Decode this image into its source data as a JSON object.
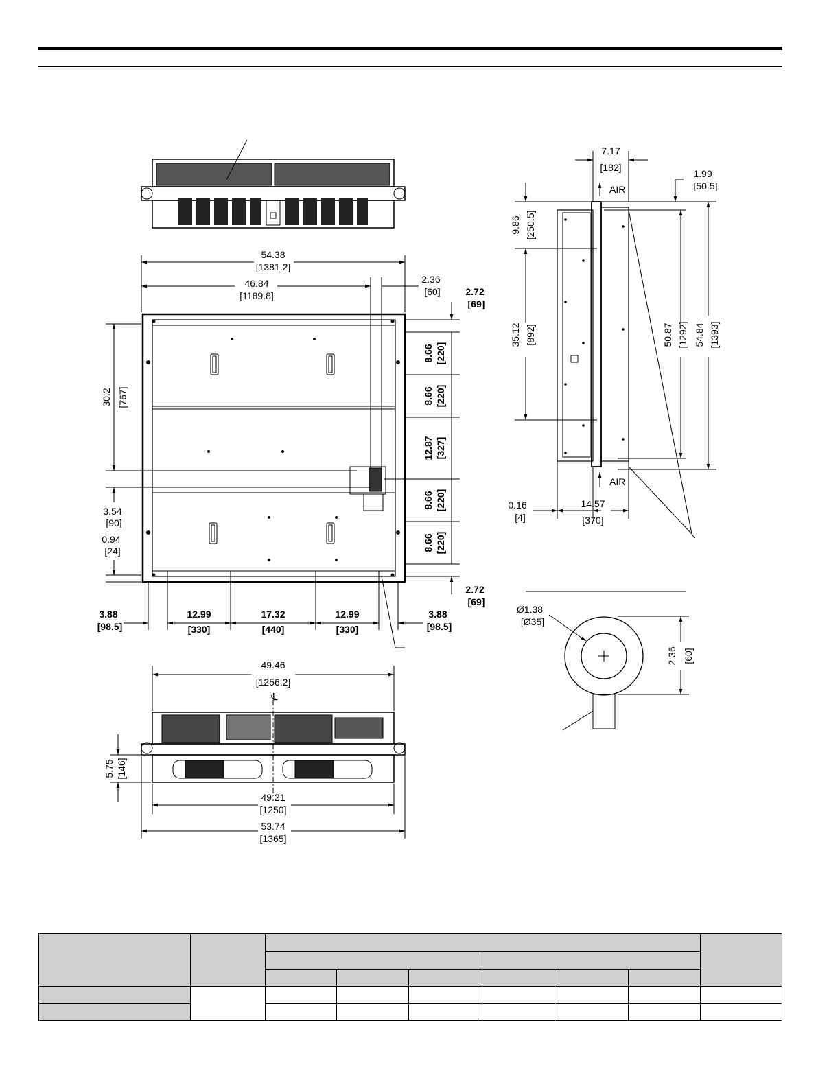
{
  "dimensions": {
    "top_overall": {
      "in": "54.38",
      "mm": "[1381.2]"
    },
    "top_mount": {
      "in": "46.84",
      "mm": "[1189.8]"
    },
    "right_offset": {
      "in": "2.36",
      "mm": "[60]"
    },
    "right_top": {
      "in": "2.72",
      "mm": "[69]"
    },
    "right_bottom": {
      "in": "2.72",
      "mm": "[69]"
    },
    "right_seg1": {
      "in": "8.66",
      "mm": "[220]"
    },
    "right_seg2": {
      "in": "8.66",
      "mm": "[220]"
    },
    "right_seg3": {
      "in": "12.87",
      "mm": "[327]"
    },
    "right_seg4": {
      "in": "8.66",
      "mm": "[220]"
    },
    "right_seg5": {
      "in": "8.66",
      "mm": "[220]"
    },
    "left_height": {
      "in": "30.2",
      "mm": "[767]"
    },
    "left_low1": {
      "in": "3.54",
      "mm": "[90]"
    },
    "left_low2": {
      "in": "0.94",
      "mm": "[24]"
    },
    "bottom_segs": [
      {
        "in": "3.88",
        "mm": "[98.5]"
      },
      {
        "in": "12.99",
        "mm": "[330]"
      },
      {
        "in": "17.32",
        "mm": "[440]"
      },
      {
        "in": "12.99",
        "mm": "[330]"
      },
      {
        "in": "3.88",
        "mm": "[98.5]"
      }
    ],
    "bottom_view_top": {
      "in": "49.46",
      "mm": "[1256.2]"
    },
    "bottom_view_depth": {
      "in": "5.75",
      "mm": "[146]"
    },
    "bottom_view_mount": {
      "in": "49.21",
      "mm": "[1250]"
    },
    "bottom_view_overall": {
      "in": "53.74",
      "mm": "[1365]"
    },
    "side_depth_top": {
      "in": "7.17",
      "mm": "[182]"
    },
    "side_top_offset": {
      "in": "1.99",
      "mm": "[50.5]"
    },
    "side_upper": {
      "in": "9.86",
      "mm": "[250.5]"
    },
    "side_middle": {
      "in": "35.12",
      "mm": "[892]"
    },
    "side_inner": {
      "in": "50.87",
      "mm": "[1292]"
    },
    "side_overall": {
      "in": "54.84",
      "mm": "[1393]"
    },
    "side_flange": {
      "in": "0.16",
      "mm": "[4]"
    },
    "side_depth": {
      "in": "14.57",
      "mm": "[370]"
    },
    "eyebolt_dia": {
      "in": "Ø1.38",
      "mm": "[Ø35]"
    },
    "eyebolt_height": {
      "in": "2.36",
      "mm": "[60]"
    }
  },
  "labels": {
    "air_top": "AIR",
    "air_bottom": "AIR",
    "centerline": "℄"
  },
  "colors": {
    "line": "#000000",
    "table_header_bg": "#d0d0d0"
  }
}
